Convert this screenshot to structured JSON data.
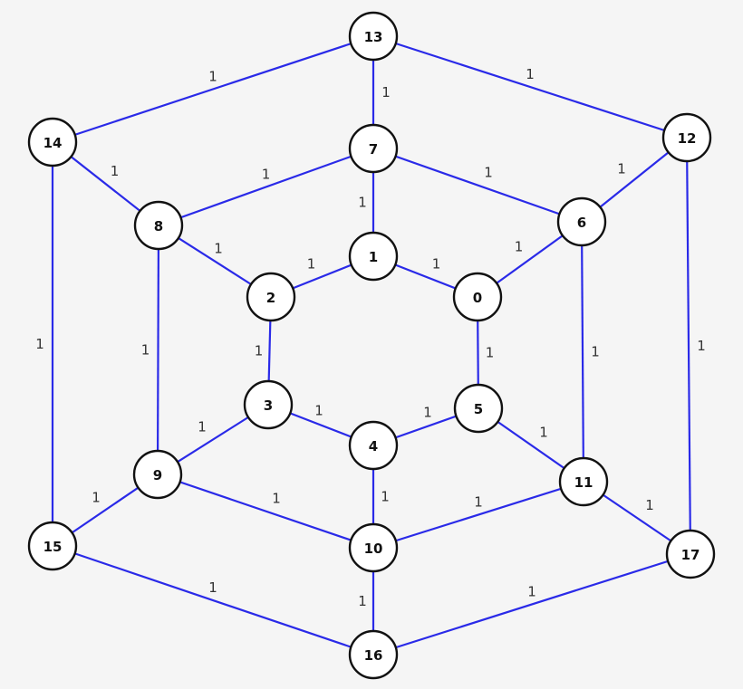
{
  "graph": {
    "colors": {
      "edge": "#2a2ae8",
      "node_fill": "#ffffff",
      "node_stroke": "#111111",
      "background": "#f5f5f5"
    },
    "nodes": [
      "0",
      "1",
      "2",
      "3",
      "4",
      "5",
      "6",
      "7",
      "8",
      "9",
      "10",
      "11",
      "12",
      "13",
      "14",
      "15",
      "16",
      "17"
    ],
    "edges": [
      {
        "from": "13",
        "to": "14",
        "weight": "1"
      },
      {
        "from": "13",
        "to": "12",
        "weight": "1"
      },
      {
        "from": "13",
        "to": "7",
        "weight": "1"
      },
      {
        "from": "14",
        "to": "8",
        "weight": "1"
      },
      {
        "from": "14",
        "to": "15",
        "weight": "1"
      },
      {
        "from": "12",
        "to": "6",
        "weight": "1"
      },
      {
        "from": "12",
        "to": "17",
        "weight": "1"
      },
      {
        "from": "7",
        "to": "8",
        "weight": "1"
      },
      {
        "from": "7",
        "to": "6",
        "weight": "1"
      },
      {
        "from": "7",
        "to": "1",
        "weight": "1"
      },
      {
        "from": "8",
        "to": "2",
        "weight": "1"
      },
      {
        "from": "8",
        "to": "9",
        "weight": "1"
      },
      {
        "from": "6",
        "to": "0",
        "weight": "1"
      },
      {
        "from": "6",
        "to": "11",
        "weight": "1"
      },
      {
        "from": "1",
        "to": "2",
        "weight": "1"
      },
      {
        "from": "1",
        "to": "0",
        "weight": "1"
      },
      {
        "from": "2",
        "to": "3",
        "weight": "1"
      },
      {
        "from": "0",
        "to": "5",
        "weight": "1"
      },
      {
        "from": "3",
        "to": "4",
        "weight": "1"
      },
      {
        "from": "3",
        "to": "9",
        "weight": "1"
      },
      {
        "from": "5",
        "to": "4",
        "weight": "1"
      },
      {
        "from": "5",
        "to": "11",
        "weight": "1"
      },
      {
        "from": "4",
        "to": "10",
        "weight": "1"
      },
      {
        "from": "9",
        "to": "10",
        "weight": "1"
      },
      {
        "from": "9",
        "to": "15",
        "weight": "1"
      },
      {
        "from": "11",
        "to": "10",
        "weight": "1"
      },
      {
        "from": "11",
        "to": "17",
        "weight": "1"
      },
      {
        "from": "10",
        "to": "16",
        "weight": "1"
      },
      {
        "from": "15",
        "to": "16",
        "weight": "1"
      },
      {
        "from": "17",
        "to": "16",
        "weight": "1"
      }
    ]
  }
}
